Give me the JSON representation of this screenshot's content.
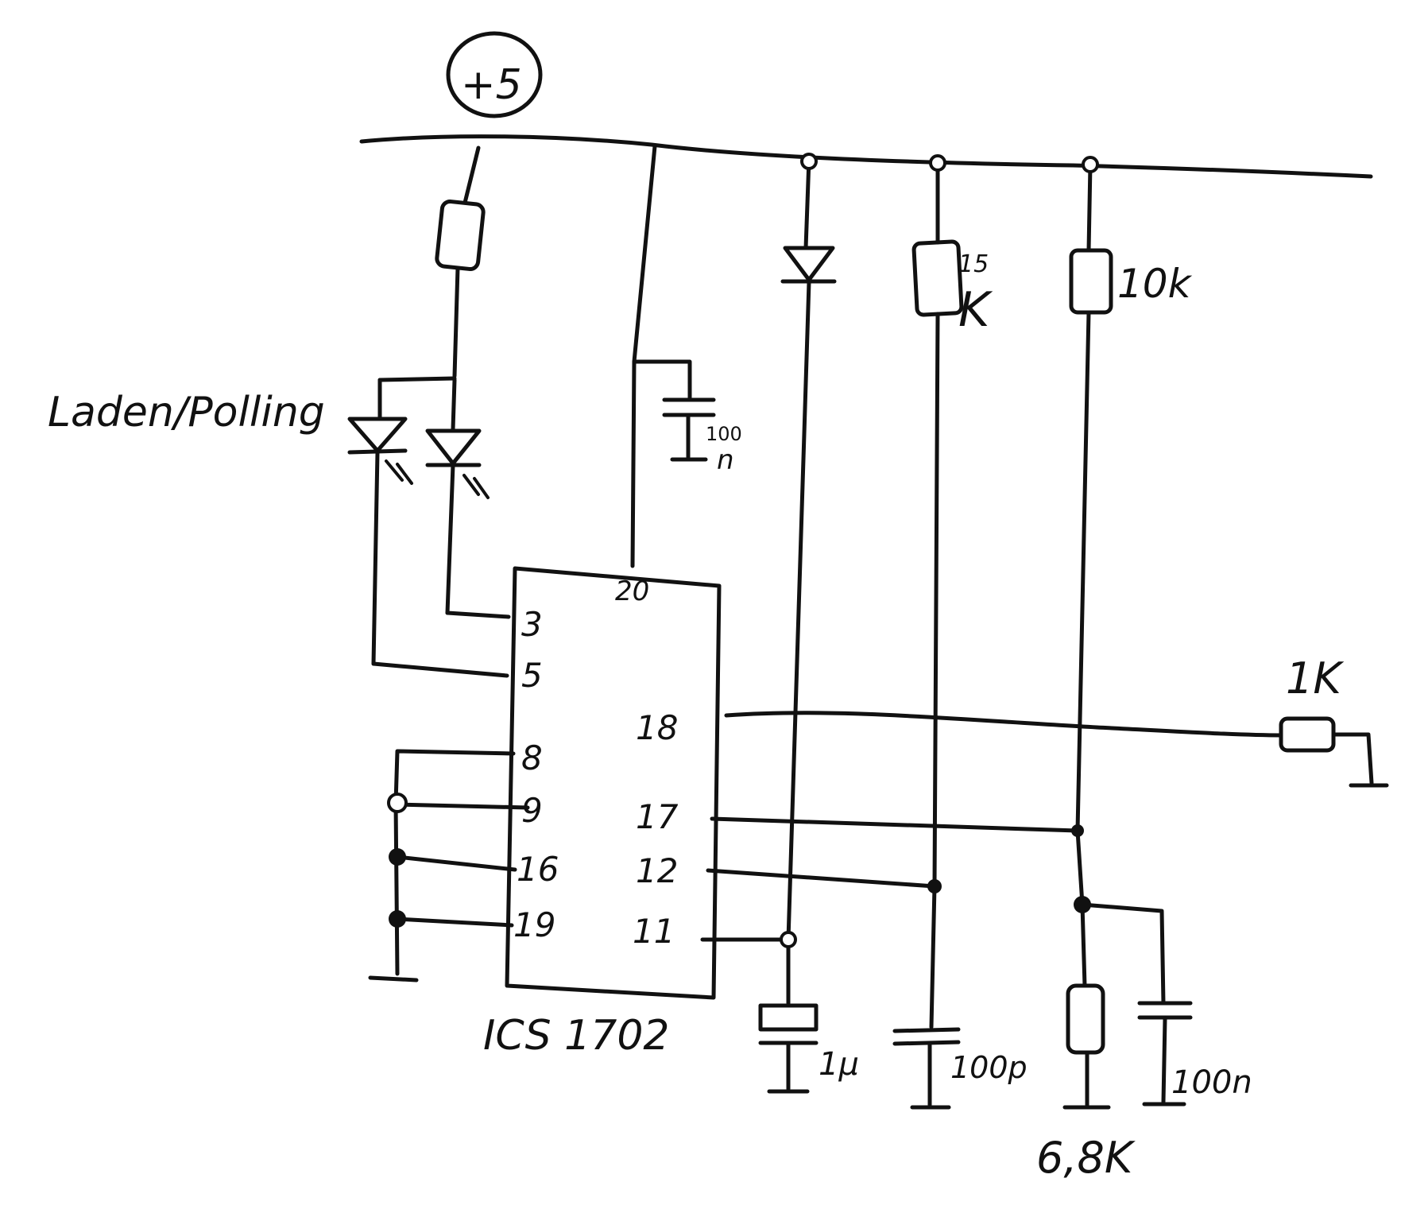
{
  "supply": {
    "label": "+5"
  },
  "leds": {
    "label": "Laden/Polling"
  },
  "ic": {
    "name": "ICS 1702",
    "pins": {
      "p20": "20",
      "p3": "3",
      "p5": "5",
      "p8": "8",
      "p9": "9",
      "p16": "16",
      "p19": "19",
      "p18": "18",
      "p17": "17",
      "p12": "12",
      "p11": "11"
    }
  },
  "components": {
    "c_decouple": {
      "value": "100",
      "unit": "n"
    },
    "r_15k": {
      "value": "15",
      "unit": "K"
    },
    "r_10k": {
      "value": "10k"
    },
    "r_1k": {
      "value": "1K"
    },
    "c_1u": {
      "value": "1µ"
    },
    "c_100p": {
      "value": "100p"
    },
    "c_100n": {
      "value": "100n"
    },
    "r_6k8": {
      "value": "6,8K"
    }
  }
}
